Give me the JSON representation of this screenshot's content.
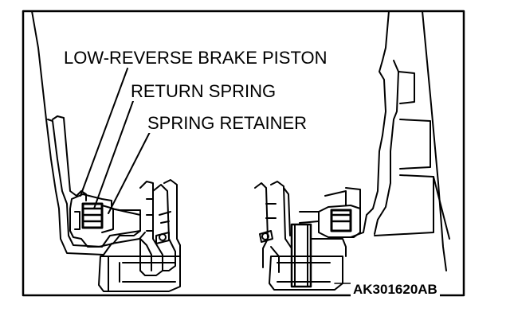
{
  "labels": {
    "piston": "LOW-REVERSE BRAKE PISTON",
    "return_spring": "RETURN SPRING",
    "spring_retainer": "SPRING RETAINER"
  },
  "figure_code": "AK301620AB",
  "colors": {
    "line": "#000000",
    "background": "#ffffff"
  }
}
